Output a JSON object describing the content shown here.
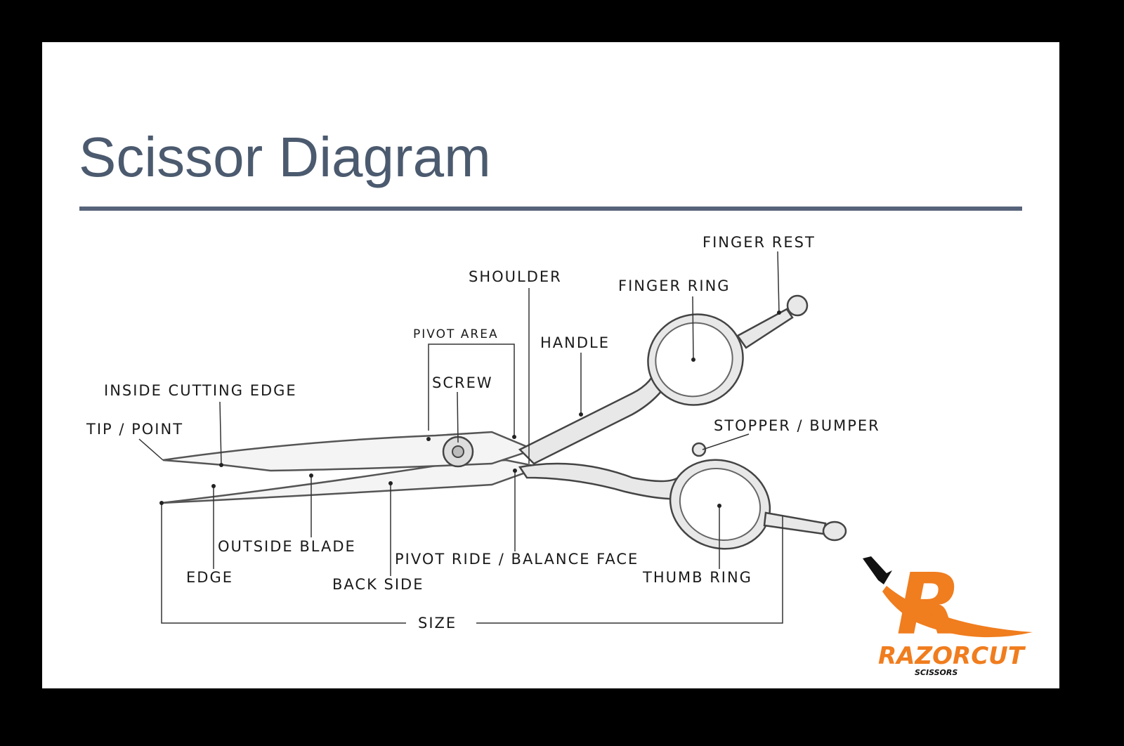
{
  "title": "Scissor Diagram",
  "labels": {
    "finger_rest": "FINGER REST",
    "shoulder": "SHOULDER",
    "finger_ring": "FINGER RING",
    "pivot_area": "PIVOT AREA",
    "handle": "HANDLE",
    "screw": "SCREW",
    "inside_cutting_edge": "INSIDE CUTTING EDGE",
    "tip_point": "TIP / POINT",
    "stopper_bumper": "STOPPER / BUMPER",
    "outside_blade": "OUTSIDE BLADE",
    "pivot_ride": "PIVOT RIDE / BALANCE FACE",
    "edge": "EDGE",
    "thumb_ring": "THUMB RING",
    "back_side": "BACK SIDE",
    "size": "SIZE"
  },
  "logo": {
    "brand": "RAZORCUT",
    "sub": "SCISSORS",
    "letter": "R",
    "color": "#f07d1e"
  }
}
